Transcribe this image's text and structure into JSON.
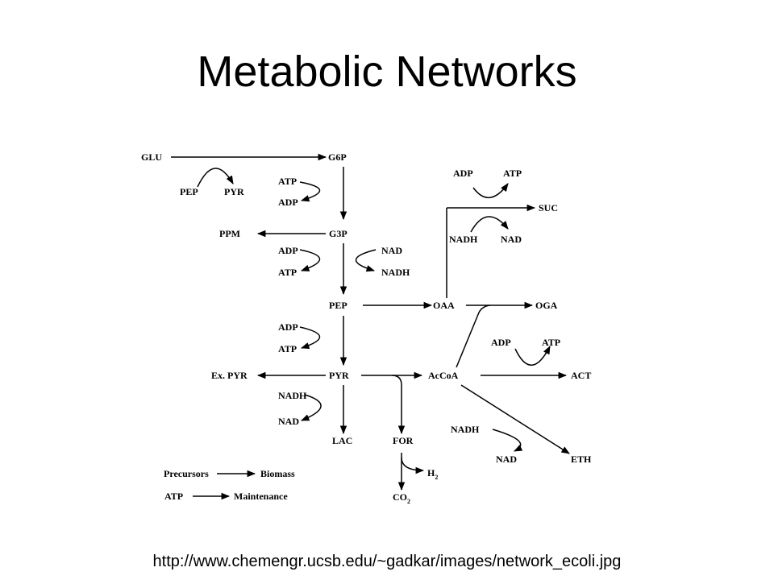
{
  "title": "Metabolic Networks",
  "source_url": "http://www.chemengr.ucsb.edu/~gadkar/images/network_ecoli.jpg",
  "diagram": {
    "labels": {
      "glu": "GLU",
      "g6p": "G6P",
      "pep_side": "PEP",
      "pyr_side": "PYR",
      "atp_1": "ATP",
      "adp_1": "ADP",
      "ppm": "PPM",
      "g3p": "G3P",
      "adp_2": "ADP",
      "atp_2": "ATP",
      "nad_1": "NAD",
      "nadh_1": "NADH",
      "pep": "PEP",
      "oaa": "OAA",
      "oga": "OGA",
      "adp_3": "ADP",
      "atp_3": "ATP",
      "ex_pyr": "Ex. PYR",
      "pyr": "PYR",
      "accoa": "AcCoA",
      "act": "ACT",
      "adp_act": "ADP",
      "atp_act": "ATP",
      "nadh_2": "NADH",
      "nad_2": "NAD",
      "lac": "LAC",
      "for": "FOR",
      "nadh_eth": "NADH",
      "nad_eth": "NAD",
      "eth": "ETH",
      "h2": "H",
      "h2_sub": "2",
      "co2": "CO",
      "co2_sub": "2",
      "adp_suc": "ADP",
      "atp_suc": "ATP",
      "suc": "SUC",
      "nadh_suc": "NADH",
      "nad_suc": "NAD",
      "precursors": "Precursors",
      "biomass": "Biomass",
      "atp_maint": "ATP",
      "maintenance": "Maintenance"
    }
  }
}
